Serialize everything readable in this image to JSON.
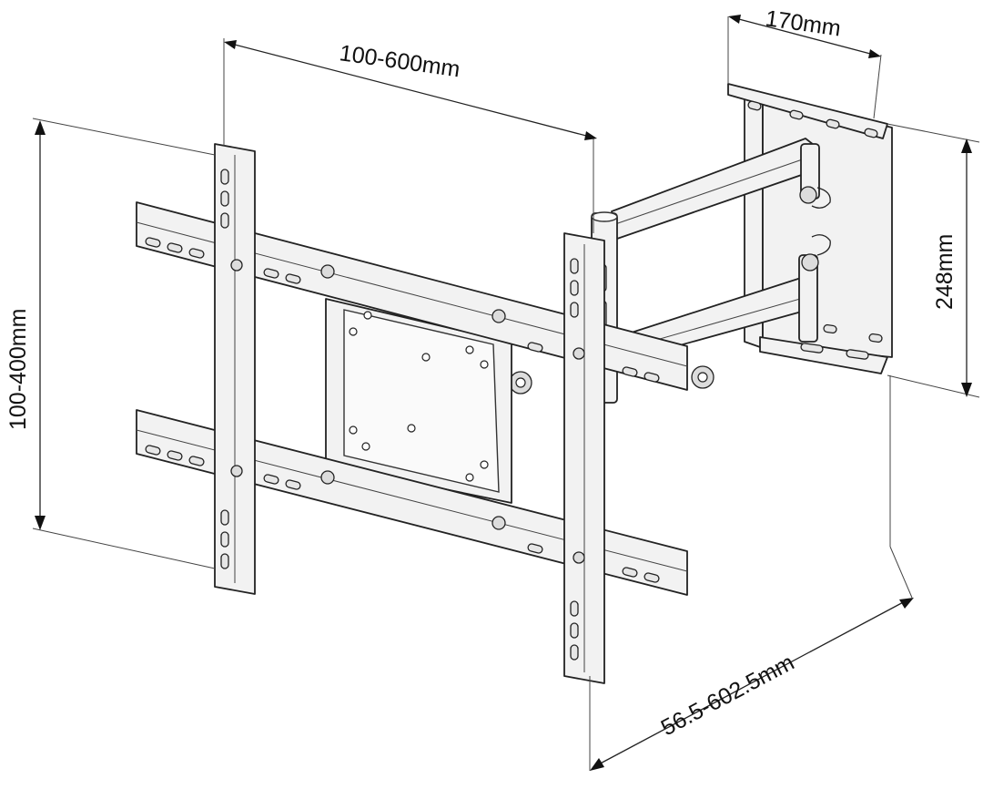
{
  "dimensions": {
    "plate_depth": "170mm",
    "horizontal_vesa": "100-600mm",
    "vertical_vesa": "100-400mm",
    "plate_height": "248mm",
    "extension": "56.5-602.5mm"
  }
}
